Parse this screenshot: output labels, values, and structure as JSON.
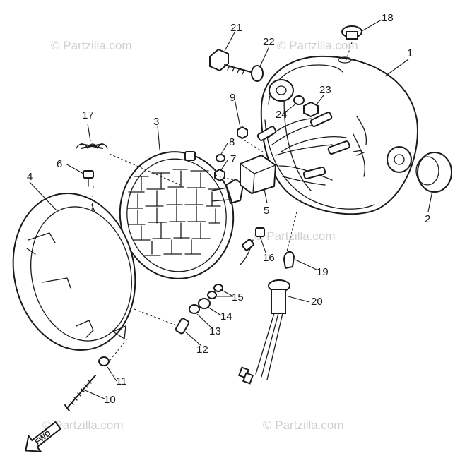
{
  "diagram": {
    "watermark_text": "© Partzilla.com",
    "direction_label": "FWD",
    "callouts": [
      {
        "id": "1",
        "label": "1"
      },
      {
        "id": "2",
        "label": "2"
      },
      {
        "id": "3",
        "label": "3"
      },
      {
        "id": "4",
        "label": "4"
      },
      {
        "id": "5",
        "label": "5"
      },
      {
        "id": "6",
        "label": "6"
      },
      {
        "id": "7",
        "label": "7"
      },
      {
        "id": "8",
        "label": "8"
      },
      {
        "id": "9",
        "label": "9"
      },
      {
        "id": "10",
        "label": "10"
      },
      {
        "id": "11",
        "label": "11"
      },
      {
        "id": "12",
        "label": "12"
      },
      {
        "id": "13",
        "label": "13"
      },
      {
        "id": "14",
        "label": "14"
      },
      {
        "id": "15",
        "label": "15"
      },
      {
        "id": "16",
        "label": "16"
      },
      {
        "id": "17",
        "label": "17"
      },
      {
        "id": "18",
        "label": "18"
      },
      {
        "id": "19",
        "label": "19"
      },
      {
        "id": "20",
        "label": "20"
      },
      {
        "id": "21",
        "label": "21"
      },
      {
        "id": "22",
        "label": "22"
      },
      {
        "id": "23",
        "label": "23"
      },
      {
        "id": "24",
        "label": "24"
      }
    ]
  }
}
